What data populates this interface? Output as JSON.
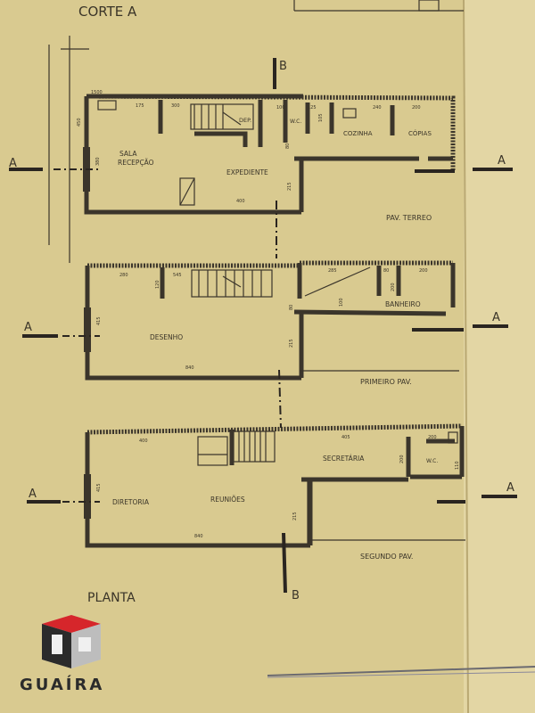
{
  "title": "CORTE A",
  "section_marks": {
    "a": "A",
    "b": "B"
  },
  "floors": [
    {
      "name": "PAV. TERREO",
      "rooms": [
        "SALA",
        "RECEPÇÃO",
        "EXPEDIENTE",
        "DEP.",
        "W.C.",
        "COZINHA",
        "CÓPIAS"
      ],
      "dims": [
        "1500",
        "450",
        "175",
        "300",
        "380",
        "400",
        "215",
        "100",
        "125",
        "105",
        "240",
        "200",
        "80"
      ]
    },
    {
      "name": "PRIMEIRO PAV.",
      "rooms": [
        "DESENHO",
        "BANHEIRO"
      ],
      "dims": [
        "280",
        "120",
        "545",
        "415",
        "840",
        "80",
        "215",
        "285",
        "80",
        "200",
        "200",
        "100"
      ]
    },
    {
      "name": "SEGUNDO PAV.",
      "rooms": [
        "DIRETORIA",
        "REUNIÕES",
        "SECRETÁRIA",
        "W.C."
      ],
      "dims": [
        "400",
        "405",
        "200",
        "415",
        "840",
        "215",
        "200",
        "110"
      ]
    }
  ],
  "plan_label": "PLANTA",
  "brand": {
    "name": "GUAÍRA",
    "color_red": "#d6262b",
    "color_dark": "#2b2b2b"
  }
}
